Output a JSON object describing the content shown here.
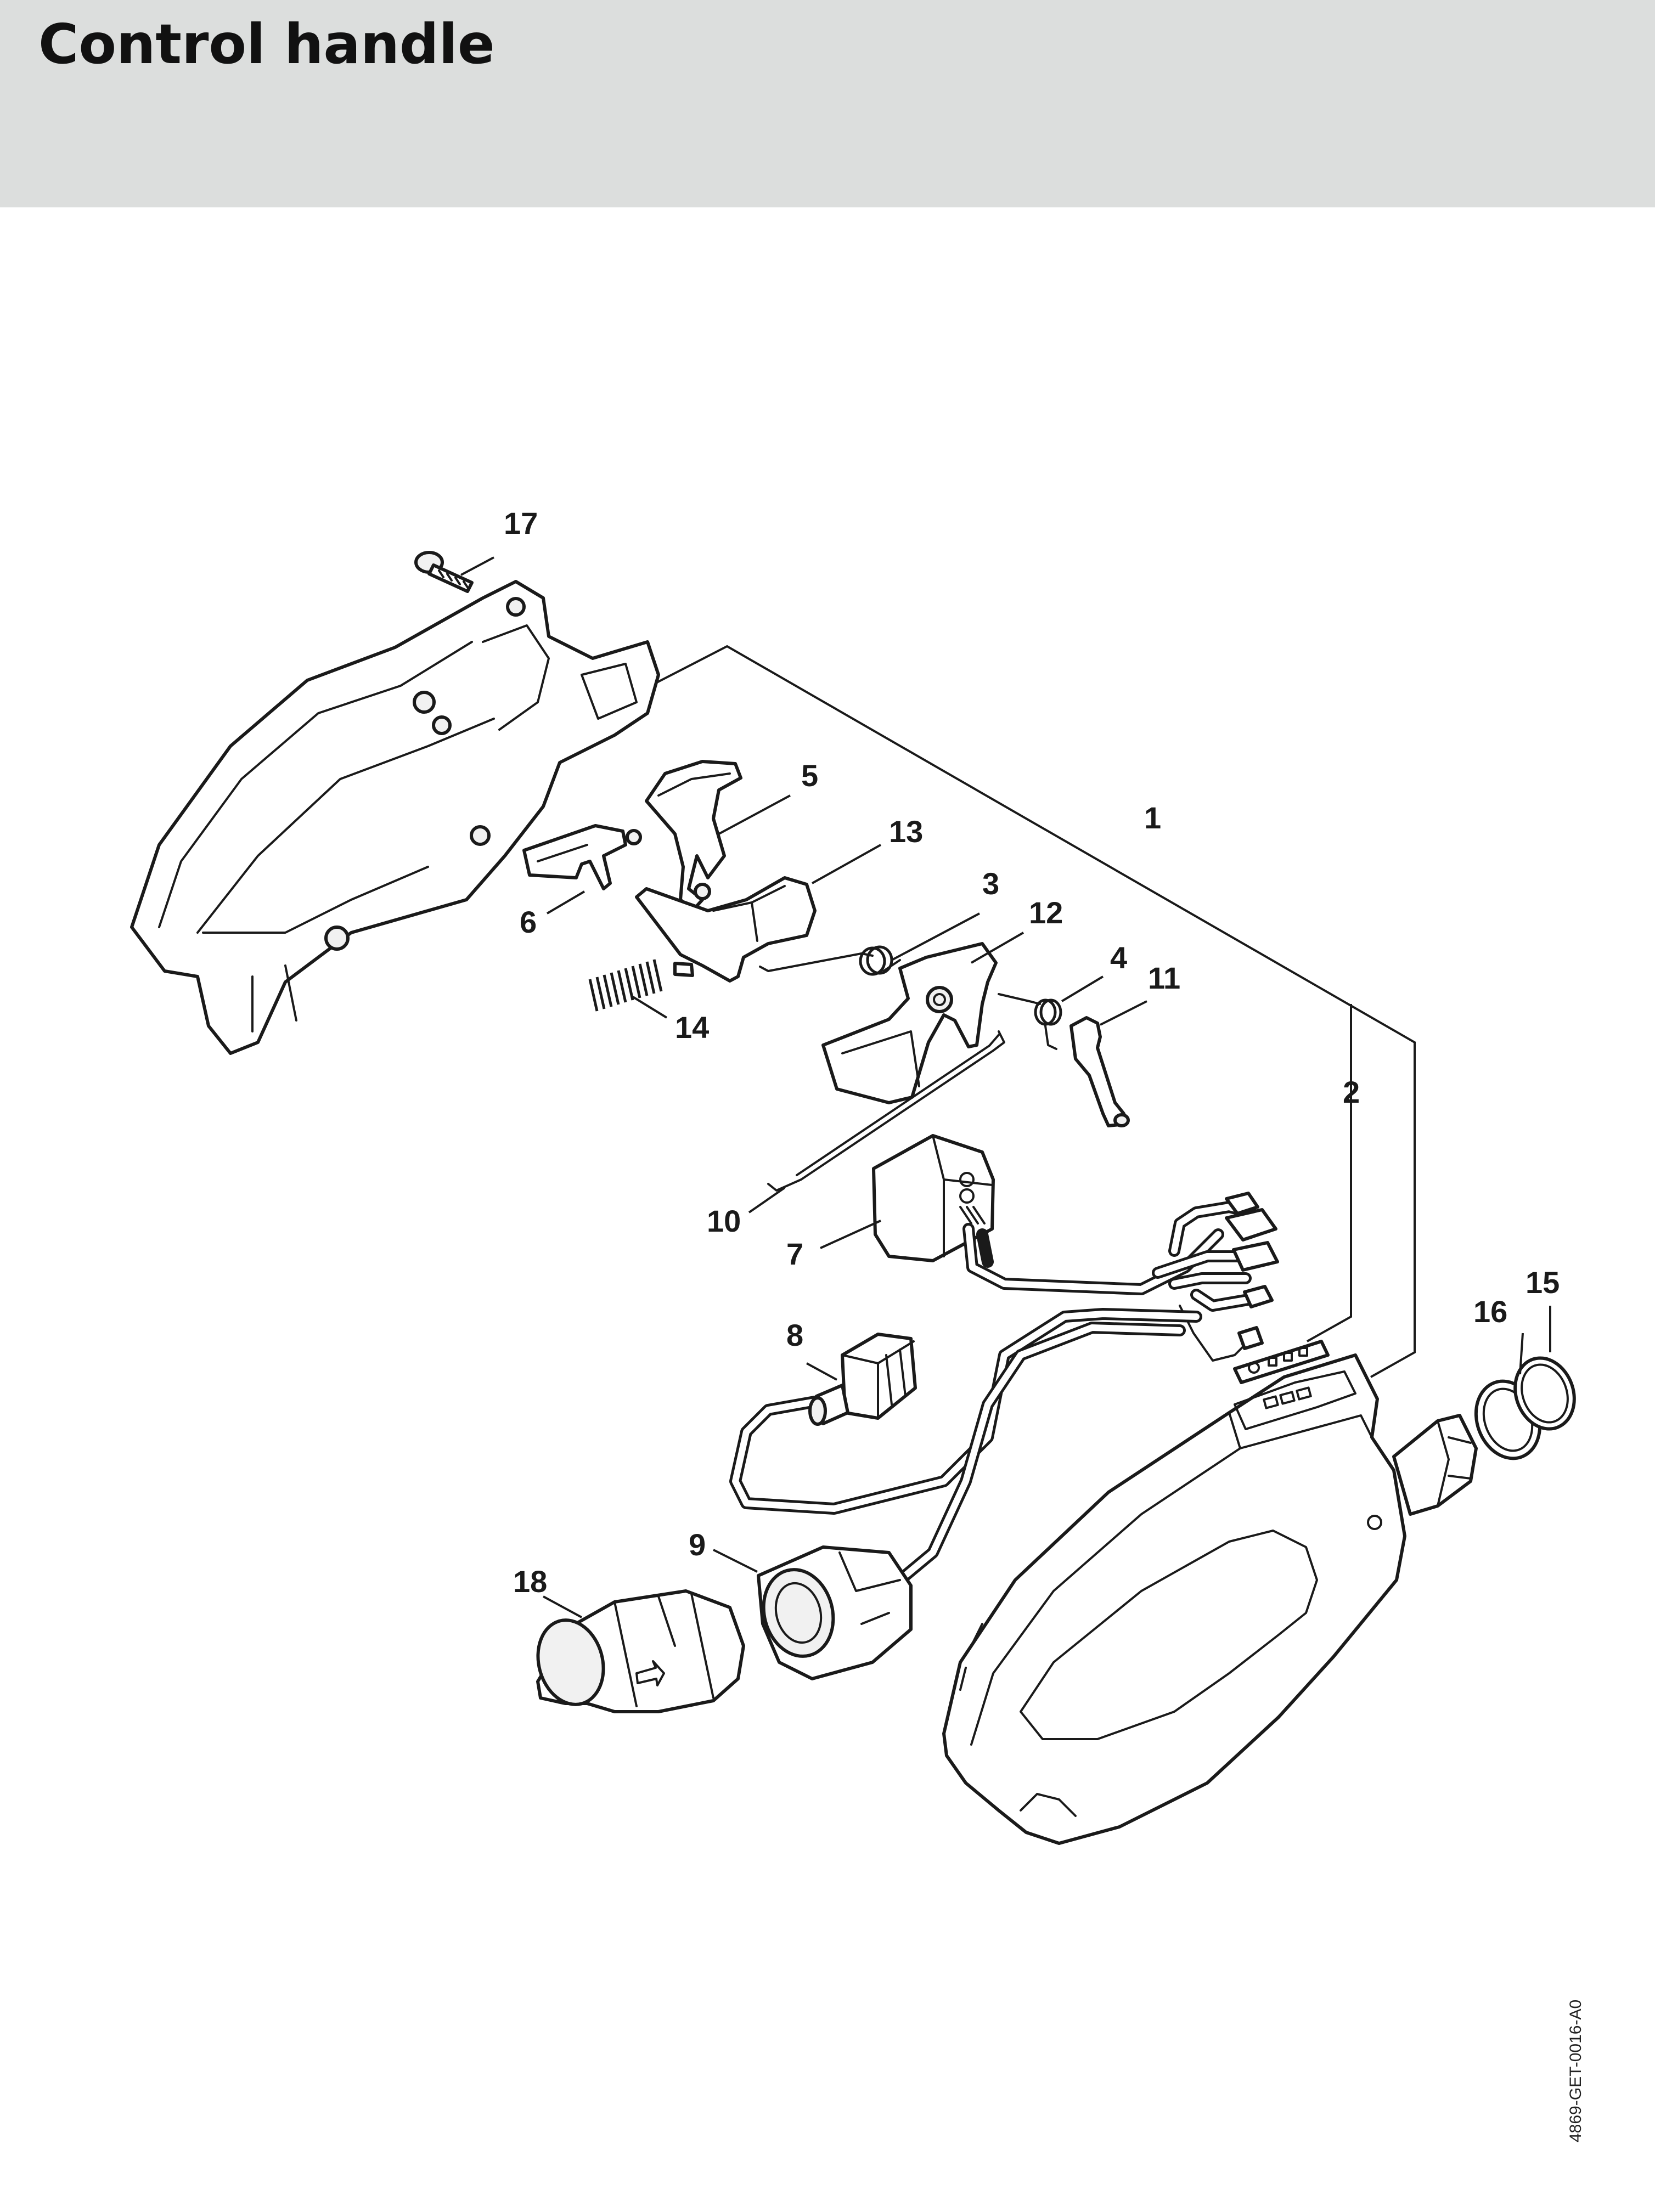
{
  "header": {
    "title": "Control handle",
    "background_color": "#dcdedd"
  },
  "document_id": "4869-GET-0016-A0",
  "callouts": [
    {
      "id": "1",
      "label": "1"
    },
    {
      "id": "2",
      "label": "2"
    },
    {
      "id": "3",
      "label": "3"
    },
    {
      "id": "4",
      "label": "4"
    },
    {
      "id": "5",
      "label": "5"
    },
    {
      "id": "6",
      "label": "6"
    },
    {
      "id": "7",
      "label": "7"
    },
    {
      "id": "8",
      "label": "8"
    },
    {
      "id": "9",
      "label": "9"
    },
    {
      "id": "10",
      "label": "10"
    },
    {
      "id": "11",
      "label": "11"
    },
    {
      "id": "12",
      "label": "12"
    },
    {
      "id": "13",
      "label": "13"
    },
    {
      "id": "14",
      "label": "14"
    },
    {
      "id": "15",
      "label": "15"
    },
    {
      "id": "16",
      "label": "16"
    },
    {
      "id": "17",
      "label": "17"
    },
    {
      "id": "18",
      "label": "18"
    }
  ]
}
